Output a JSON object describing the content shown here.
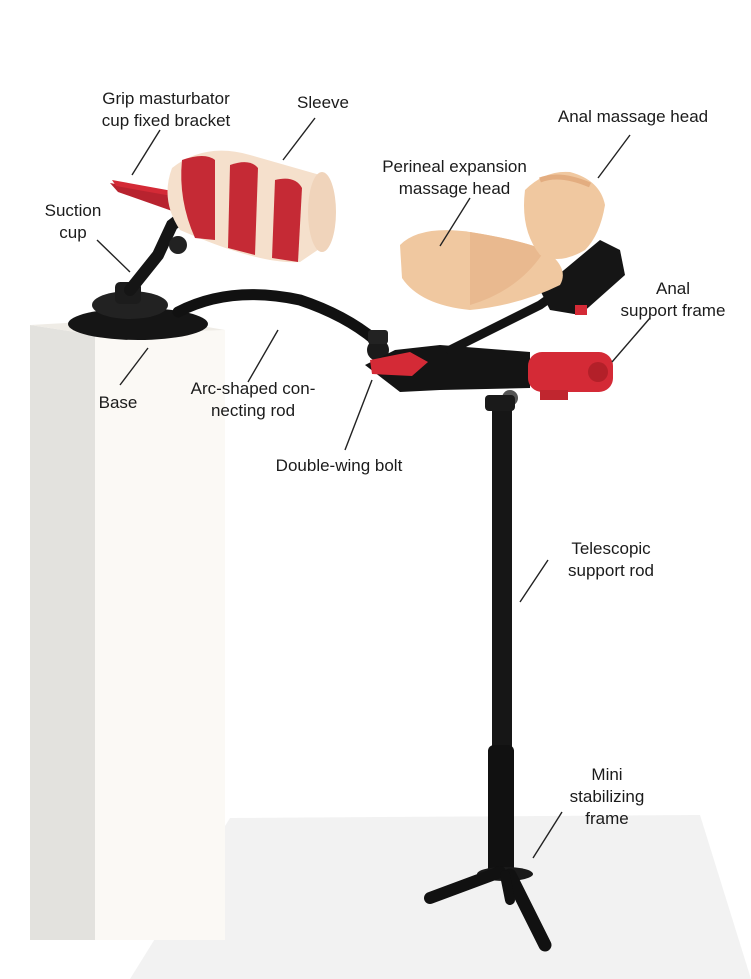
{
  "labels": {
    "grip_bracket": "Grip masturbator\ncup fixed bracket",
    "sleeve": "Sleeve",
    "anal_massage_head": "Anal  massage head",
    "perineal_head": "Perineal expansion\nmassage head",
    "suction_cup": "Suction\ncup",
    "anal_support_frame": "Anal\nsupport frame",
    "base": "Base",
    "arc_rod": "Arc-shaped con-\nnecting rod",
    "double_wing_bolt": "Double-wing bolt",
    "telescopic_rod": "Telescopic\nsupport rod",
    "mini_frame": "Mini\nstabilizing\nframe"
  },
  "colors": {
    "accent_red": "#d42a36",
    "skin": "#f0c8a0",
    "sleeve_body": "#f5e0cc",
    "metal_black": "#121212",
    "pedestal": "#f6f3ee",
    "floor": "#f1f1f1"
  }
}
